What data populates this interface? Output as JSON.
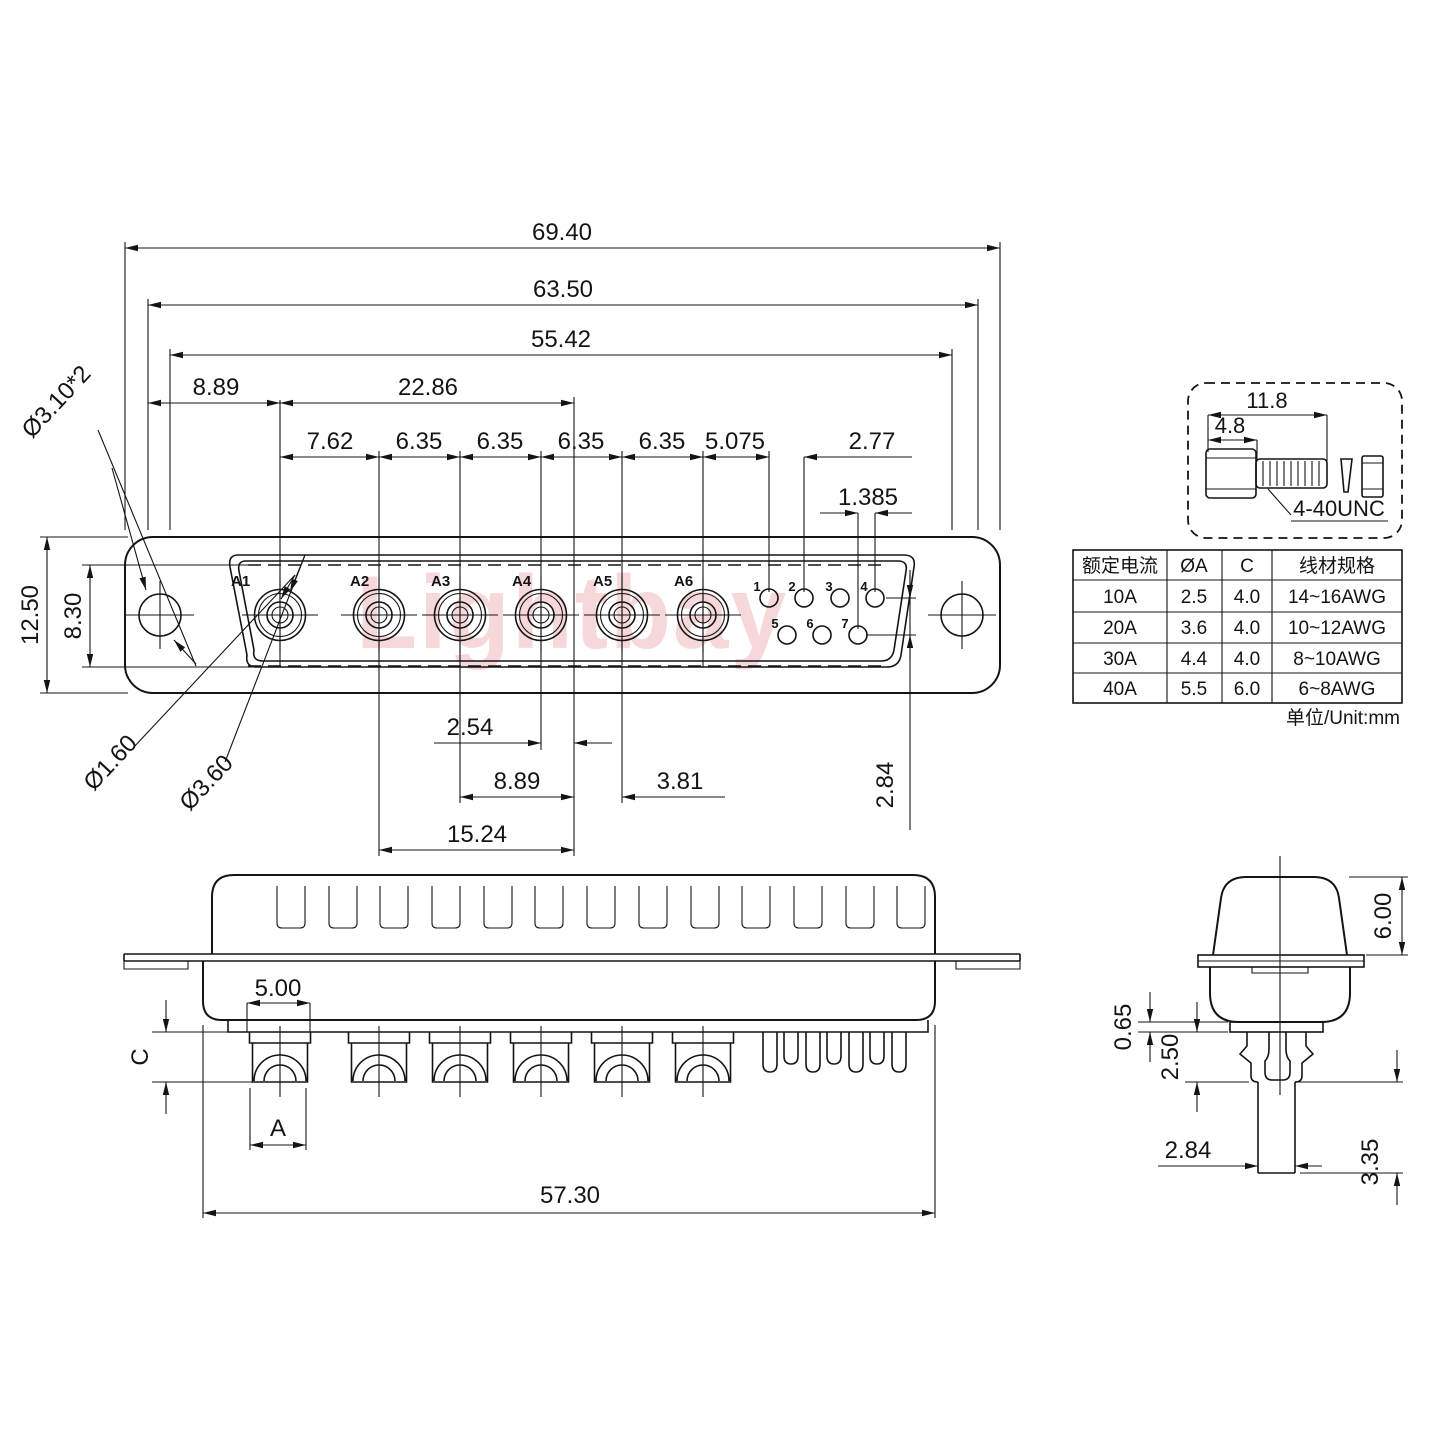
{
  "watermark": "Lightbay",
  "unit_note": "单位/Unit:mm",
  "top_view": {
    "contacts": [
      "A1",
      "A2",
      "A3",
      "A4",
      "A5",
      "A6"
    ],
    "pins": [
      "1",
      "2",
      "3",
      "4",
      "5",
      "6",
      "7"
    ],
    "dim": {
      "w1": "69.40",
      "w2": "63.50",
      "w3": "55.42",
      "off1": "8.89",
      "off2": "22.86",
      "pitches": [
        "7.62",
        "6.35",
        "6.35",
        "6.35",
        "6.35",
        "5.075"
      ],
      "pp": "2.77",
      "rowoff": "1.385",
      "h1": "12.50",
      "h2": "8.30",
      "hole": "Ø3.10*2",
      "pin_d": "Ø1.60",
      "contact_d": "Ø3.60",
      "b1": "2.54",
      "b2": "8.89",
      "b3": "3.81",
      "b4": "15.24",
      "rows": "2.84"
    }
  },
  "screw": {
    "len": "11.8",
    "head": "4.8",
    "thread": "4-40UNC"
  },
  "spec_table": {
    "headers": [
      "额定电流",
      "ØA",
      "C",
      "线材规格"
    ],
    "rows": [
      [
        "10A",
        "2.5",
        "4.0",
        "14~16AWG"
      ],
      [
        "20A",
        "3.6",
        "4.0",
        "10~12AWG"
      ],
      [
        "30A",
        "4.4",
        "4.0",
        "8~10AWG"
      ],
      [
        "40A",
        "5.5",
        "6.0",
        "6~8AWG"
      ]
    ]
  },
  "front": {
    "d1": "5.00",
    "dc": "C",
    "da": "A",
    "d2": "57.30"
  },
  "side": {
    "d1": "6.00",
    "d2": "0.65",
    "d3": "2.50",
    "d4": "2.84",
    "d5": "3.35"
  }
}
